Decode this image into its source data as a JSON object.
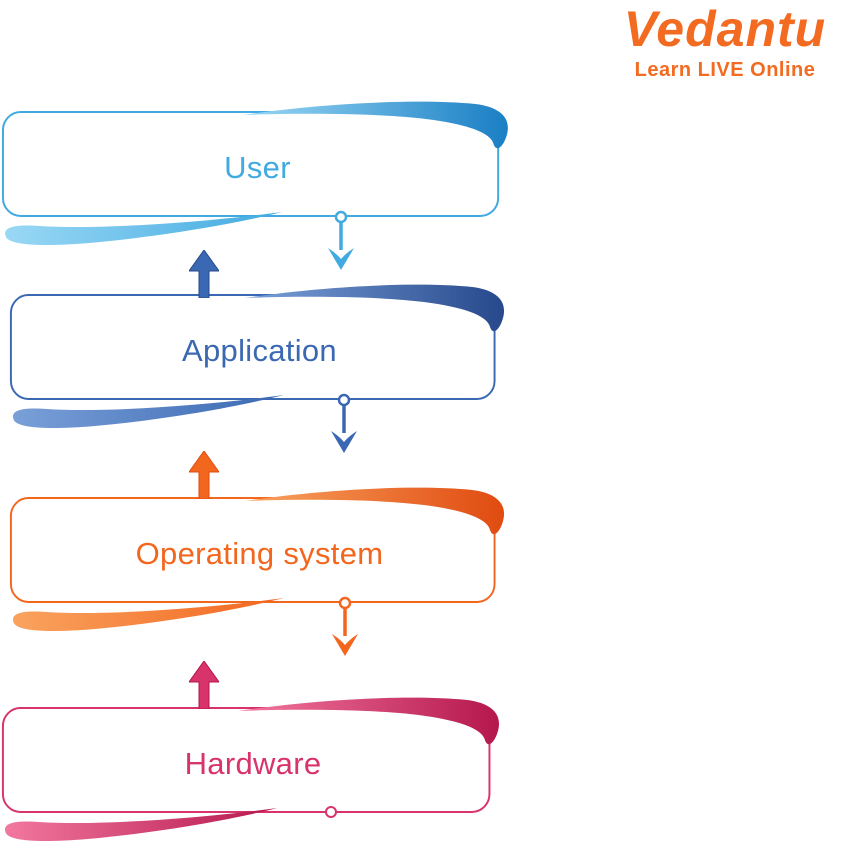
{
  "logo": {
    "brand": "Vedantu",
    "tagline": "Learn LIVE Online",
    "color": "#f26b21"
  },
  "diagram": {
    "layers": [
      {
        "label": "User",
        "color": "#41aae0",
        "light": "#9ad8f5",
        "dark": "#1a7fc4"
      },
      {
        "label": "Application",
        "color": "#3a68b2",
        "light": "#7aa0d8",
        "dark": "#27498c"
      },
      {
        "label": "Operating system",
        "color": "#f2661e",
        "light": "#f9a35f",
        "dark": "#e04b10"
      },
      {
        "label": "Hardware",
        "color": "#d8336b",
        "light": "#f2789f",
        "dark": "#b5174d"
      }
    ],
    "connections": [
      {
        "from": "User",
        "to": "Application",
        "direction": "down"
      },
      {
        "from": "Application",
        "to": "User",
        "direction": "up"
      },
      {
        "from": "Application",
        "to": "Operating system",
        "direction": "down"
      },
      {
        "from": "Operating system",
        "to": "Application",
        "direction": "up"
      },
      {
        "from": "Operating system",
        "to": "Hardware",
        "direction": "down"
      },
      {
        "from": "Hardware",
        "to": "Operating system",
        "direction": "up"
      }
    ]
  }
}
